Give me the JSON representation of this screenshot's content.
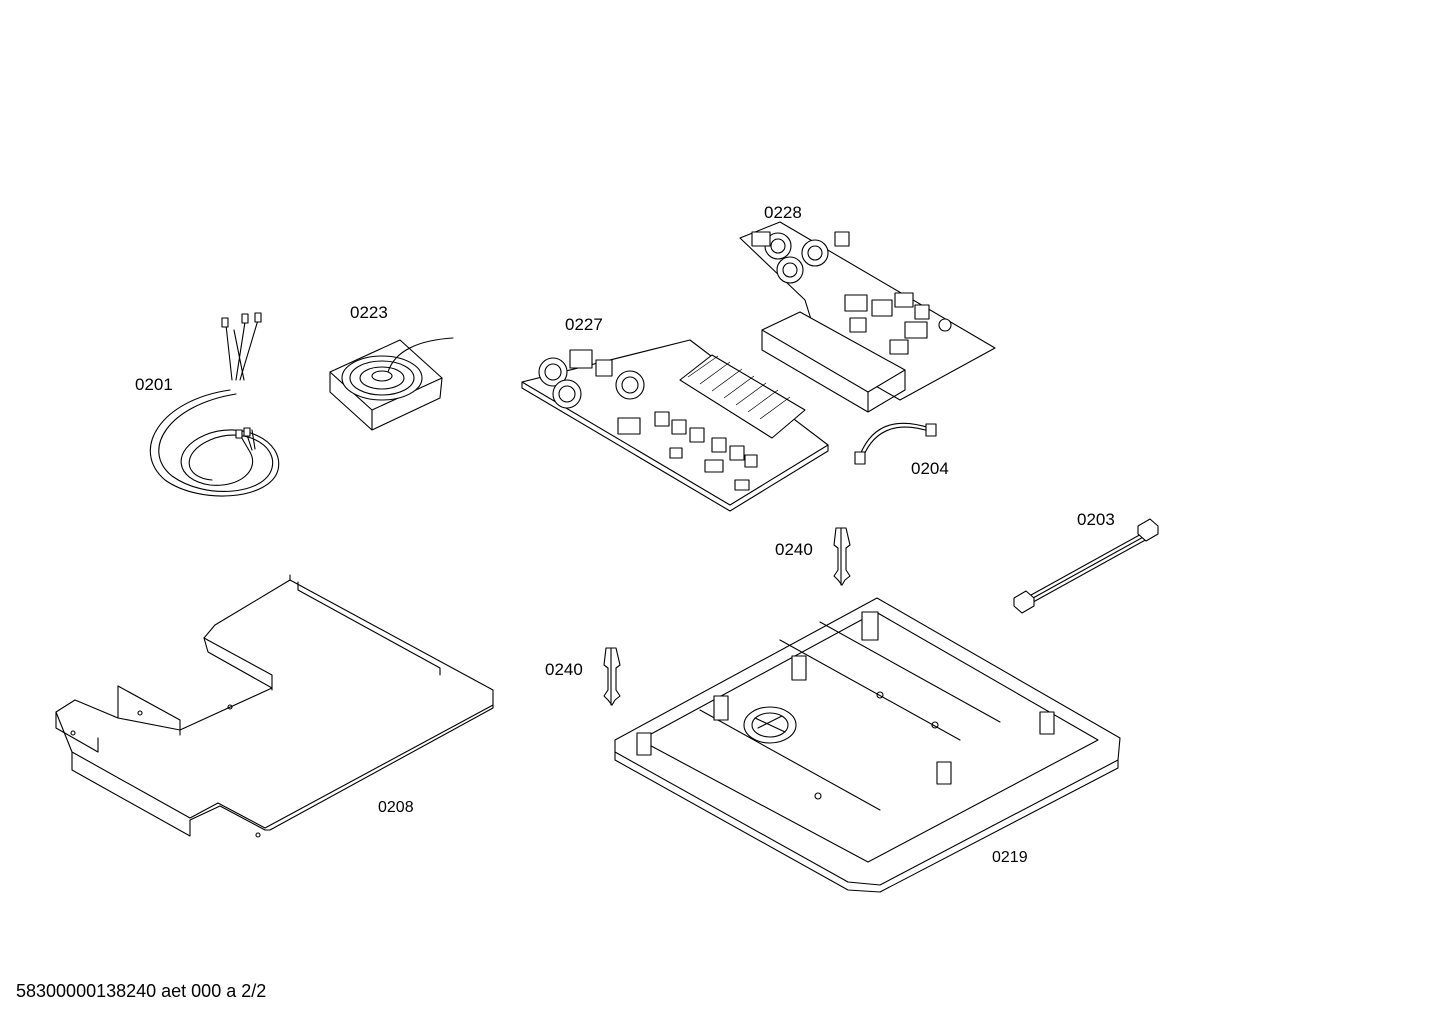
{
  "parts": {
    "p0201": "0201",
    "p0223": "0223",
    "p0227": "0227",
    "p0228": "0228",
    "p0204": "0204",
    "p0203": "0203",
    "p0240a": "0240",
    "p0240b": "0240",
    "p0208": "0208",
    "p0219": "0219"
  },
  "footer": {
    "document_id": "58300000138240 aet 000 a 2/2"
  }
}
